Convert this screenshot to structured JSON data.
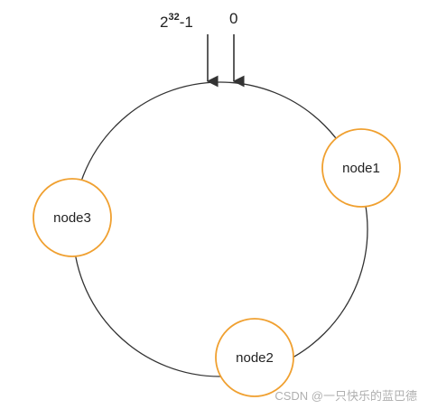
{
  "labels": {
    "top_left_base": "2",
    "top_left_exponent": "32",
    "top_left_suffix": "-1",
    "top_right": "0"
  },
  "nodes": [
    {
      "id": "node1",
      "label": "node1"
    },
    {
      "id": "node2",
      "label": "node2"
    },
    {
      "id": "node3",
      "label": "node3"
    }
  ],
  "watermark": "CSDN @一只快乐的蓝巴德",
  "colors": {
    "ring": "#333333",
    "node_border": "#f0a030",
    "node_fill": "#ffffff",
    "arrow": "#333333",
    "watermark": "#b0b0b0"
  }
}
